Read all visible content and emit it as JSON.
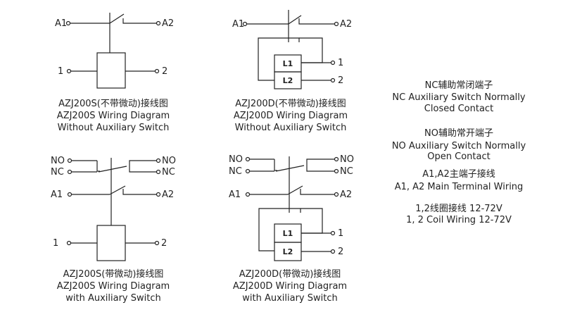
{
  "diagrams": [
    {
      "terminals": {
        "a1": "A1",
        "a2": "A2",
        "t1": "1",
        "t2": "2"
      },
      "caption": [
        "AZJ200S(不带微动)接线图",
        "AZJ200S Wiring Diagram",
        "Without Auxiliary Switch"
      ]
    },
    {
      "terminals": {
        "a1": "A1",
        "a2": "A2",
        "t1": "1",
        "t2": "2",
        "l1": "L1",
        "l2": "L2"
      },
      "caption": [
        "AZJ200D(不带微动)接线图",
        "AZJ200D Wiring Diagram",
        "Without Auxiliary Switch"
      ]
    },
    {
      "terminals": {
        "no_l": "NO",
        "nc_l": "NC",
        "no_r": "NO",
        "nc_r": "NC",
        "a1": "A1",
        "a2": "A2",
        "t1": "1",
        "t2": "2"
      },
      "caption": [
        "AZJ200S(带微动)接线图",
        "AZJ200S Wiring Diagram",
        "with Auxiliary Switch"
      ]
    },
    {
      "terminals": {
        "no_l": "NO",
        "nc_l": "NC",
        "no_r": "NO",
        "nc_r": "NC",
        "a1": "A1",
        "a2": "A2",
        "t1": "1",
        "t2": "2",
        "l1": "L1",
        "l2": "L2"
      },
      "caption": [
        "AZJ200D(带微动)接线图",
        "AZJ200D Wiring Diagram",
        "with Auxiliary Switch"
      ]
    }
  ],
  "legend": [
    [
      "NC辅助常闭端子",
      "NC Auxiliary Switch Normally",
      "Closed Contact"
    ],
    [
      "NO辅助常开端子",
      "NO Auxiliary Switch Normally",
      "Open Contact"
    ],
    [
      "A1,A2主端子接线",
      "A1, A2 Main Terminal Wiring"
    ],
    [
      "1,2线圈接线  12-72V",
      "1, 2 Coil Wiring  12-72V"
    ]
  ]
}
